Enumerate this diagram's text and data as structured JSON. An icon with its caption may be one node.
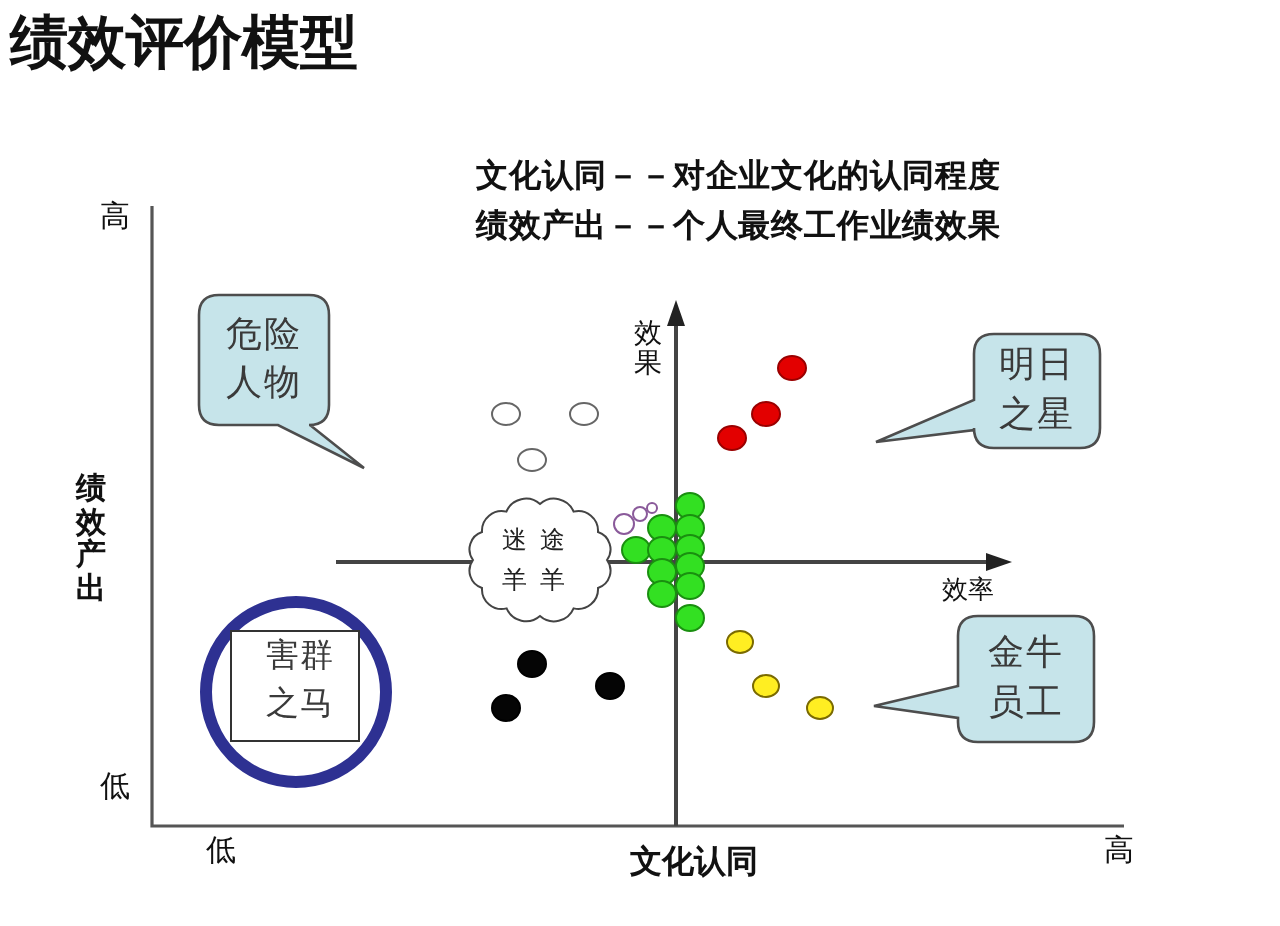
{
  "diagram": {
    "title": "绩效评价模型",
    "nodes": [
      {
        "text": [
          "危险人物"
        ]
      },
      {
        "text": [
          "明日之星"
        ]
      },
      {
        "text": [
          "迷途羊羊"
        ]
      },
      {
        "text": [
          "金牛员工"
        ]
      },
      {
        "text": [
          "害群之马"
        ]
      }
    ],
    "labels": [
      "文化认同－－对企业文化的认同程度",
      "绩效产出－－个人最终工作业绩效果",
      "高",
      "效果",
      "绩效产出",
      "效率",
      "低",
      "低",
      "文化认同",
      "高"
    ]
  }
}
